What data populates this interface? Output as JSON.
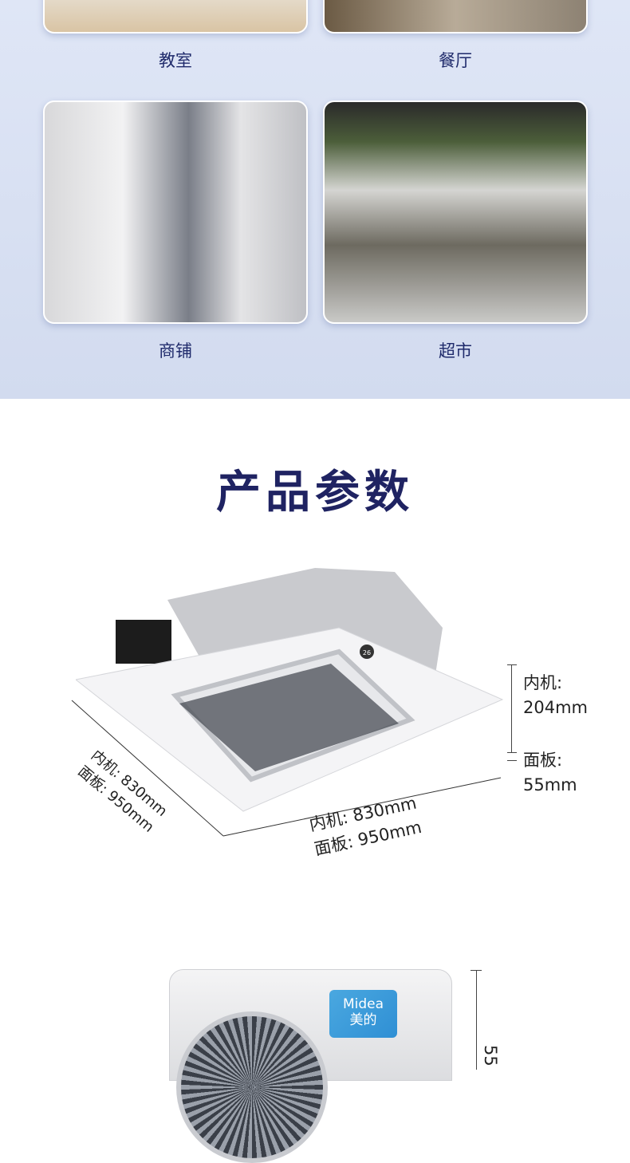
{
  "scenes": [
    {
      "label": "教室"
    },
    {
      "label": "餐厅"
    },
    {
      "label": "商铺"
    },
    {
      "label": "超市"
    }
  ],
  "section_title": "产品参数",
  "indoor_unit": {
    "height_labels": [
      "内机:",
      "204mm"
    ],
    "panel_height_labels": [
      "面板:",
      "55mm"
    ],
    "width_labels": [
      "内机: 830mm",
      "面板: 950mm"
    ],
    "depth_labels": [
      "内机: 830mm",
      "面板: 950mm"
    ],
    "display_reading": "26"
  },
  "outdoor_unit": {
    "brand": "Midea",
    "brand_cn": "美的",
    "height_label_partial": "55"
  }
}
